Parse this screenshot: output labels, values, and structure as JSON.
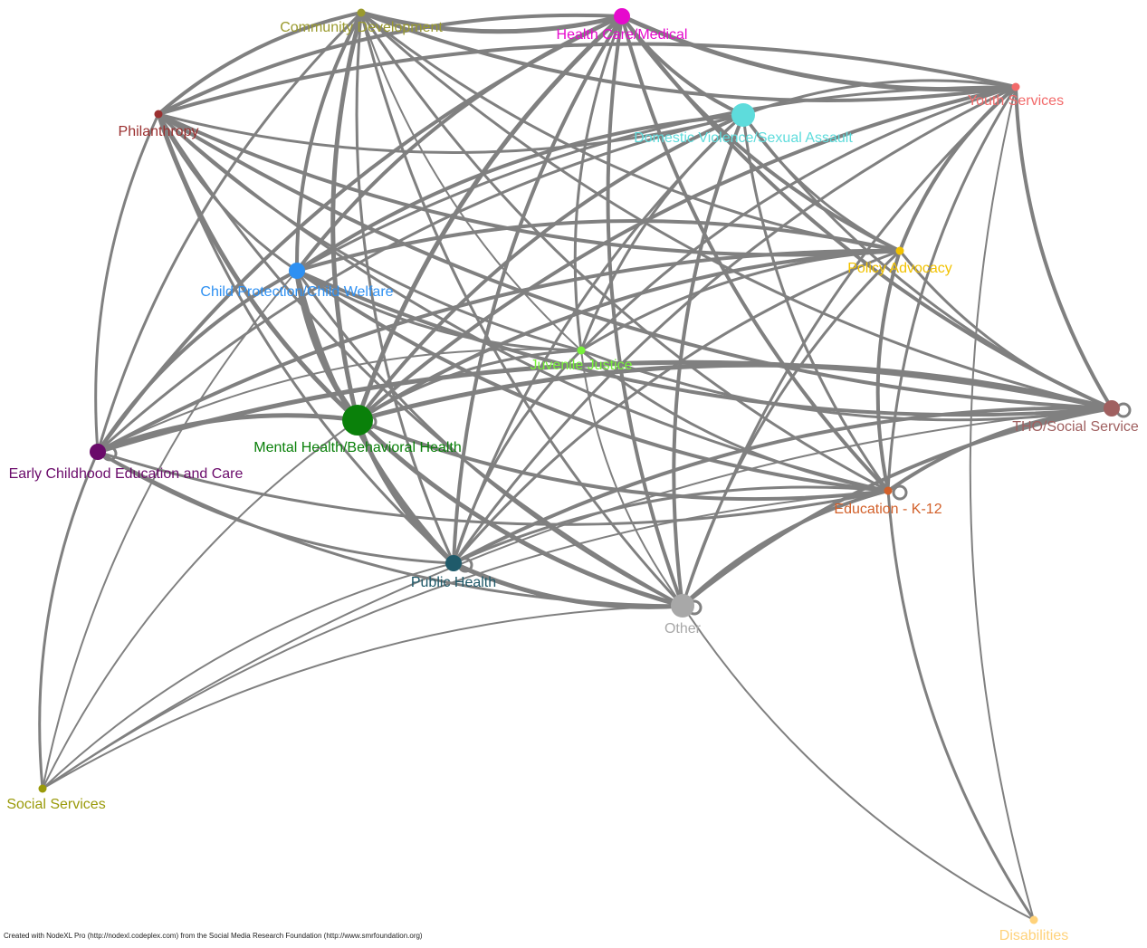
{
  "credit": "Created with NodeXL Pro (http://nodexl.codeplex.com) from the Social Media Research Foundation (http://www.smrfoundation.org)",
  "nodes": [
    {
      "id": "community",
      "label": "Community Development",
      "color": "#9A9A2E",
      "size": "small"
    },
    {
      "id": "health",
      "label": "Health Care/Medical",
      "color": "#E60ACD",
      "size": "medium"
    },
    {
      "id": "youth",
      "label": "Youth Services",
      "color": "#F26A6A",
      "size": "small"
    },
    {
      "id": "philanthropy",
      "label": "Philanthropy",
      "color": "#9B3030",
      "size": "small"
    },
    {
      "id": "domestic",
      "label": "Domestic Violence/Sexual Assault",
      "color": "#5EDCDC",
      "size": "large"
    },
    {
      "id": "policy",
      "label": "Policy Advocacy",
      "color": "#F2C200",
      "size": "small"
    },
    {
      "id": "childprot",
      "label": "Child Protection/Child Welfare",
      "color": "#2E90F2",
      "size": "medium"
    },
    {
      "id": "juvenile",
      "label": "Juvenile Justice",
      "color": "#77F23A",
      "size": "small"
    },
    {
      "id": "tho",
      "label": "THO/Social Service",
      "color": "#A06060",
      "size": "medium"
    },
    {
      "id": "mental",
      "label": "Mental Health/Behavioral Health",
      "color": "#0A800A",
      "size": "xlarge"
    },
    {
      "id": "early",
      "label": "Early Childhood Education and Care",
      "color": "#6A0A6A",
      "size": "medium"
    },
    {
      "id": "education",
      "label": "Education - K-12",
      "color": "#D2602A",
      "size": "small"
    },
    {
      "id": "publichealth",
      "label": "Public Health",
      "color": "#1F5A6A",
      "size": "medium"
    },
    {
      "id": "other",
      "label": "Other",
      "color": "#A8A8A8",
      "size": "large"
    },
    {
      "id": "social",
      "label": "Social Services",
      "color": "#9A9A0A",
      "size": "small"
    },
    {
      "id": "disabilities",
      "label": "Disabilities",
      "color": "#FFD27A",
      "size": "small"
    }
  ],
  "edges": [
    [
      "community",
      "health",
      5
    ],
    [
      "community",
      "youth",
      4
    ],
    [
      "community",
      "philanthropy",
      4
    ],
    [
      "community",
      "childprot",
      4
    ],
    [
      "community",
      "mental",
      5
    ],
    [
      "community",
      "publichealth",
      3
    ],
    [
      "community",
      "other",
      3
    ],
    [
      "community",
      "policy",
      3
    ],
    [
      "community",
      "tho",
      3
    ],
    [
      "community",
      "education",
      3
    ],
    [
      "community",
      "early",
      3
    ],
    [
      "community",
      "juvenile",
      2
    ],
    [
      "health",
      "youth",
      5
    ],
    [
      "health",
      "philanthropy",
      4
    ],
    [
      "health",
      "domestic",
      4
    ],
    [
      "health",
      "policy",
      4
    ],
    [
      "health",
      "childprot",
      4
    ],
    [
      "health",
      "mental",
      5
    ],
    [
      "health",
      "early",
      4
    ],
    [
      "health",
      "education",
      4
    ],
    [
      "health",
      "publichealth",
      4
    ],
    [
      "health",
      "other",
      4
    ],
    [
      "health",
      "tho",
      4
    ],
    [
      "health",
      "juvenile",
      3
    ],
    [
      "youth",
      "philanthropy",
      4
    ],
    [
      "youth",
      "domestic",
      3
    ],
    [
      "youth",
      "policy",
      4
    ],
    [
      "youth",
      "childprot",
      3
    ],
    [
      "youth",
      "juvenile",
      3
    ],
    [
      "youth",
      "mental",
      4
    ],
    [
      "youth",
      "tho",
      4
    ],
    [
      "youth",
      "education",
      3
    ],
    [
      "youth",
      "publichealth",
      3
    ],
    [
      "youth",
      "other",
      3
    ],
    [
      "youth",
      "disabilities",
      2
    ],
    [
      "philanthropy",
      "domestic",
      3
    ],
    [
      "philanthropy",
      "policy",
      4
    ],
    [
      "philanthropy",
      "childprot",
      3
    ],
    [
      "philanthropy",
      "mental",
      5
    ],
    [
      "philanthropy",
      "early",
      3
    ],
    [
      "philanthropy",
      "education",
      3
    ],
    [
      "philanthropy",
      "publichealth",
      3
    ],
    [
      "philanthropy",
      "other",
      3
    ],
    [
      "philanthropy",
      "tho",
      4
    ],
    [
      "philanthropy",
      "juvenile",
      3
    ],
    [
      "domestic",
      "childprot",
      4
    ],
    [
      "domestic",
      "mental",
      4
    ],
    [
      "domestic",
      "policy",
      3
    ],
    [
      "domestic",
      "juvenile",
      3
    ],
    [
      "domestic",
      "education",
      3
    ],
    [
      "domestic",
      "other",
      4
    ],
    [
      "domestic",
      "early",
      3
    ],
    [
      "domestic",
      "tho",
      3
    ],
    [
      "domestic",
      "publichealth",
      3
    ],
    [
      "policy",
      "childprot",
      4
    ],
    [
      "policy",
      "mental",
      4
    ],
    [
      "policy",
      "early",
      4
    ],
    [
      "policy",
      "education",
      4
    ],
    [
      "policy",
      "other",
      3
    ],
    [
      "policy",
      "publichealth",
      3
    ],
    [
      "policy",
      "tho",
      3
    ],
    [
      "policy",
      "juvenile",
      3
    ],
    [
      "childprot",
      "mental",
      6
    ],
    [
      "childprot",
      "early",
      4
    ],
    [
      "childprot",
      "juvenile",
      3
    ],
    [
      "childprot",
      "tho",
      4
    ],
    [
      "childprot",
      "education",
      4
    ],
    [
      "childprot",
      "publichealth",
      4
    ],
    [
      "childprot",
      "other",
      3
    ],
    [
      "childprot",
      "social",
      2
    ],
    [
      "juvenile",
      "mental",
      3
    ],
    [
      "juvenile",
      "tho",
      3
    ],
    [
      "juvenile",
      "education",
      3
    ],
    [
      "juvenile",
      "publichealth",
      3
    ],
    [
      "juvenile",
      "early",
      2
    ],
    [
      "juvenile",
      "other",
      2
    ],
    [
      "tho",
      "mental",
      5
    ],
    [
      "tho",
      "early",
      5
    ],
    [
      "tho",
      "education",
      4
    ],
    [
      "tho",
      "publichealth",
      4
    ],
    [
      "tho",
      "other",
      4
    ],
    [
      "tho",
      "social",
      2
    ],
    [
      "mental",
      "early",
      5
    ],
    [
      "mental",
      "education",
      4
    ],
    [
      "mental",
      "publichealth",
      5
    ],
    [
      "mental",
      "other",
      5
    ],
    [
      "mental",
      "social",
      2
    ],
    [
      "early",
      "publichealth",
      3
    ],
    [
      "early",
      "education",
      3
    ],
    [
      "early",
      "other",
      3
    ],
    [
      "early",
      "social",
      3
    ],
    [
      "education",
      "publichealth",
      3
    ],
    [
      "education",
      "other",
      4
    ],
    [
      "education",
      "disabilities",
      3
    ],
    [
      "education",
      "social",
      2
    ],
    [
      "publichealth",
      "other",
      5
    ],
    [
      "publichealth",
      "social",
      2
    ],
    [
      "other",
      "social",
      2
    ],
    [
      "other",
      "disabilities",
      2
    ]
  ]
}
